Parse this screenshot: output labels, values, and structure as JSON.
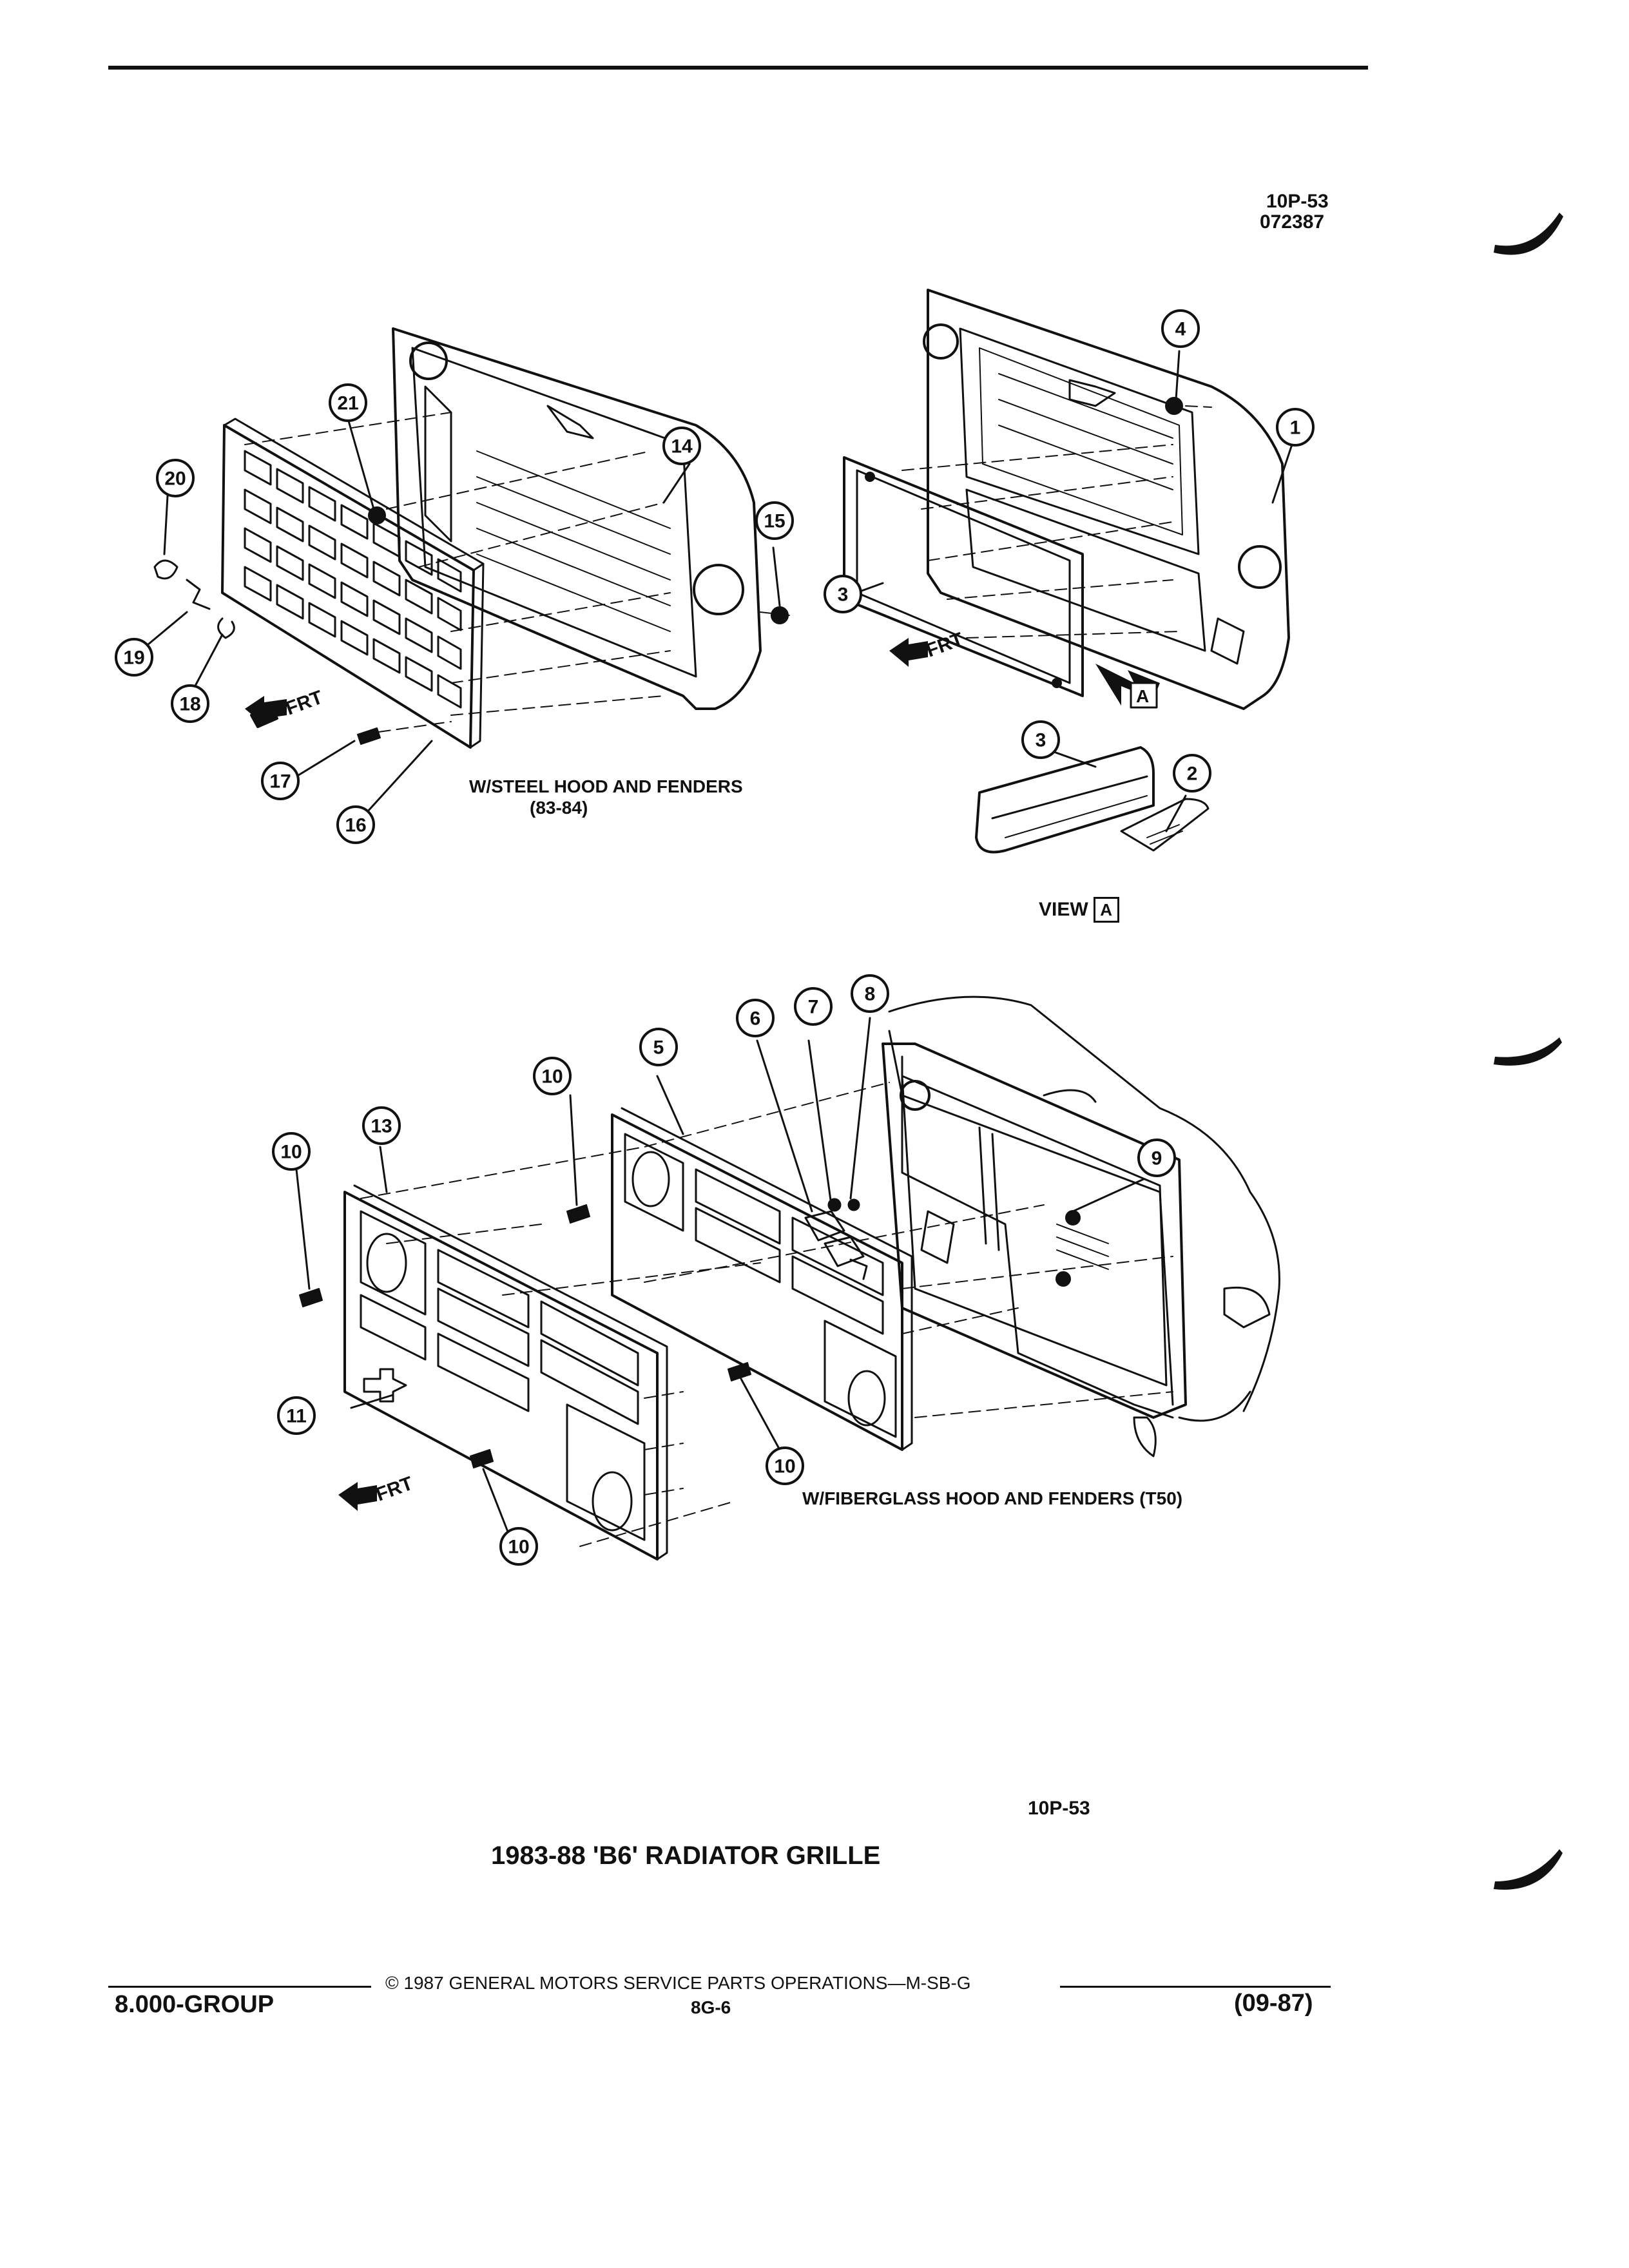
{
  "header": {
    "ref_code": "10P-53",
    "ref_number": "072387"
  },
  "figures": {
    "steel": {
      "caption_line1": "W/STEEL HOOD AND FENDERS",
      "caption_line2": "(83-84)",
      "front_label": "FRT",
      "callouts": [
        "21",
        "20",
        "14",
        "15",
        "19",
        "18",
        "17",
        "16"
      ]
    },
    "inset": {
      "front_label": "FRT",
      "arrow_letter": "A",
      "callouts": [
        "4",
        "1",
        "3"
      ]
    },
    "view_a": {
      "label": "VIEW",
      "letter": "A",
      "callouts": [
        "3",
        "2"
      ]
    },
    "fiberglass": {
      "caption": "W/FIBERGLASS HOOD AND FENDERS (T50)",
      "front_label": "FRT",
      "callouts": [
        "10",
        "13",
        "10",
        "5",
        "6",
        "7",
        "8",
        "9",
        "11",
        "10",
        "10"
      ]
    }
  },
  "figure_code": "10P-53",
  "title": "1983-88 'B6' RADIATOR GRILLE",
  "footer": {
    "copyright": "© 1987 GENERAL MOTORS SERVICE PARTS OPERATIONS—M-SB-G",
    "group": "8.000-GROUP",
    "page": "8G-6",
    "date": "(09-87)"
  }
}
